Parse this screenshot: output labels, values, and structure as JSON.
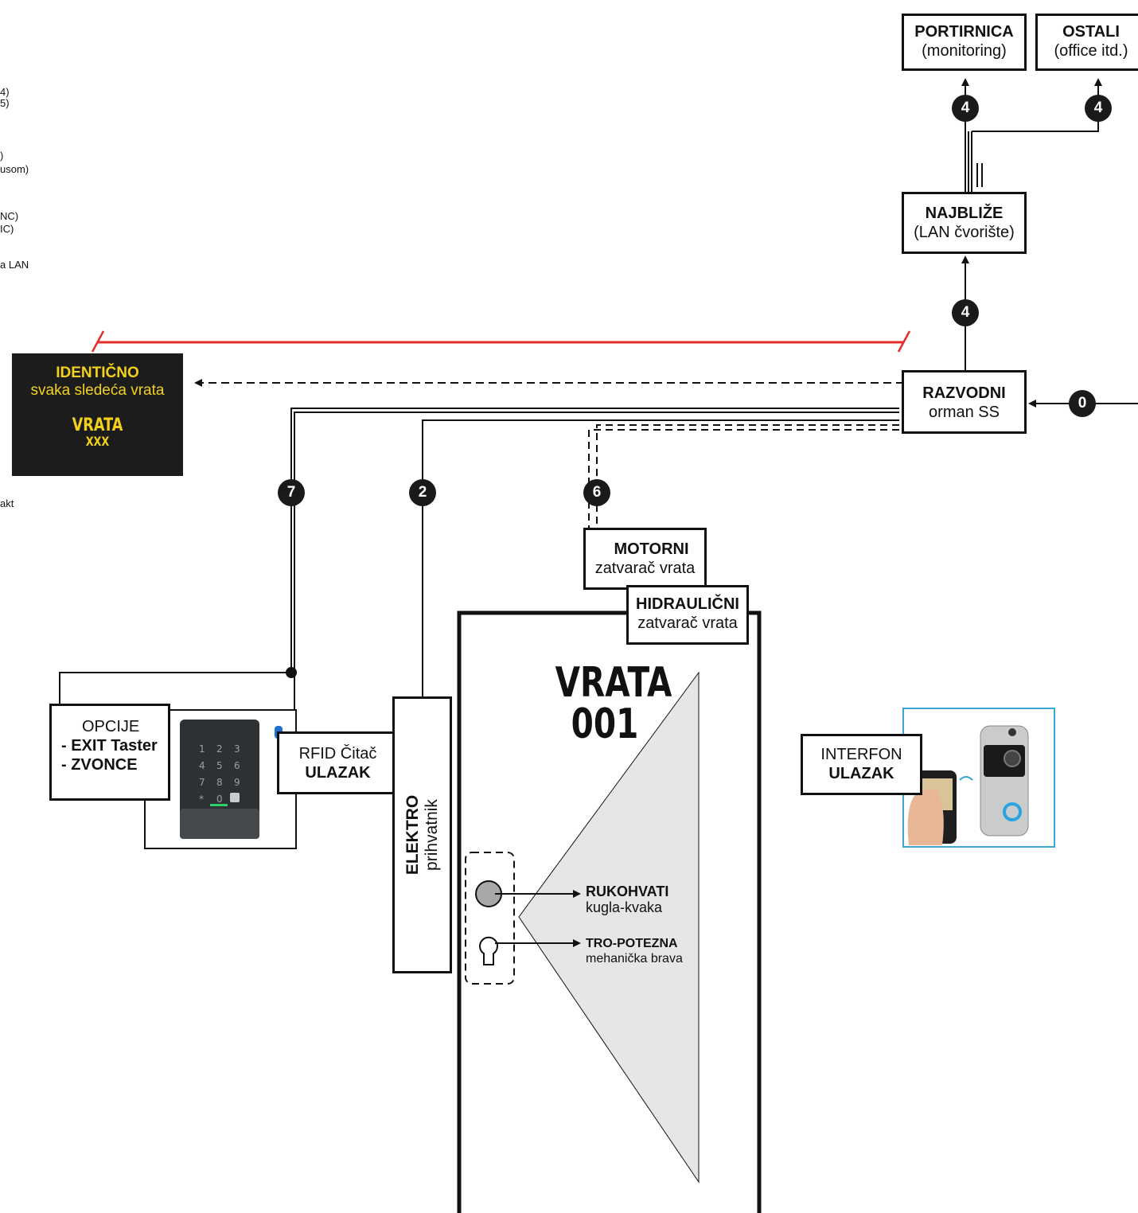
{
  "clipped_notes": [
    "4)",
    "5)",
    ")",
    "usom)",
    "NC)",
    "IC)",
    "a LAN",
    "akt"
  ],
  "top_boxes": {
    "portirnica": {
      "title": "PORTIRNICA",
      "subtitle": "(monitoring)"
    },
    "ostali": {
      "title": "OSTALI",
      "subtitle": "(office itd.)"
    }
  },
  "najblize": {
    "title": "NAJBLIŽE",
    "subtitle": "(LAN čvorište)"
  },
  "razvodni": {
    "title": "RAZVODNI",
    "subtitle": "orman SS"
  },
  "identicno": {
    "title": "IDENTIČNO",
    "subtitle": "svaka sledeća vrata",
    "door_label": "VRATA",
    "door_number": "XXX"
  },
  "motorni": {
    "title": "MOTORNI",
    "subtitle": "zatvarač vrata"
  },
  "hidraulicni": {
    "title": "HIDRAULIČNI",
    "subtitle": "zatvarač vrata"
  },
  "door": {
    "title_line1": "VRATA",
    "title_line2": "001"
  },
  "opcije": {
    "title": "OPCIJE",
    "line1": "- EXIT Taster",
    "line2": "- ZVONCE"
  },
  "rfid": {
    "title": "RFID Čitač",
    "subtitle": "ULAZAK"
  },
  "interfon": {
    "title": "INTERFON",
    "subtitle": "ULAZAK"
  },
  "elektro": {
    "title": "ELEKTRO",
    "subtitle": "prihvatnik"
  },
  "rukohvati": {
    "title": "RUKOHVATI",
    "subtitle": "kugla-kvaka"
  },
  "tropotezna": {
    "title": "TRO-POTEZNA",
    "subtitle": "mehanička brava"
  },
  "badges": {
    "portirnica": "4",
    "ostali": "4",
    "najblize": "4",
    "supply": "0",
    "rfid": "7",
    "elektro": "2",
    "motorni": "6"
  },
  "keypad_keys": [
    "1",
    "2",
    "3",
    "4",
    "5",
    "6",
    "7",
    "8",
    "9",
    "*",
    "0"
  ],
  "colors": {
    "accent_yellow": "#f3d11b",
    "dark_panel": "#1c1c1c",
    "red_line": "#e52b2b",
    "door_fill": "#e6e6e6",
    "interfon_border": "#3aa7d8"
  }
}
